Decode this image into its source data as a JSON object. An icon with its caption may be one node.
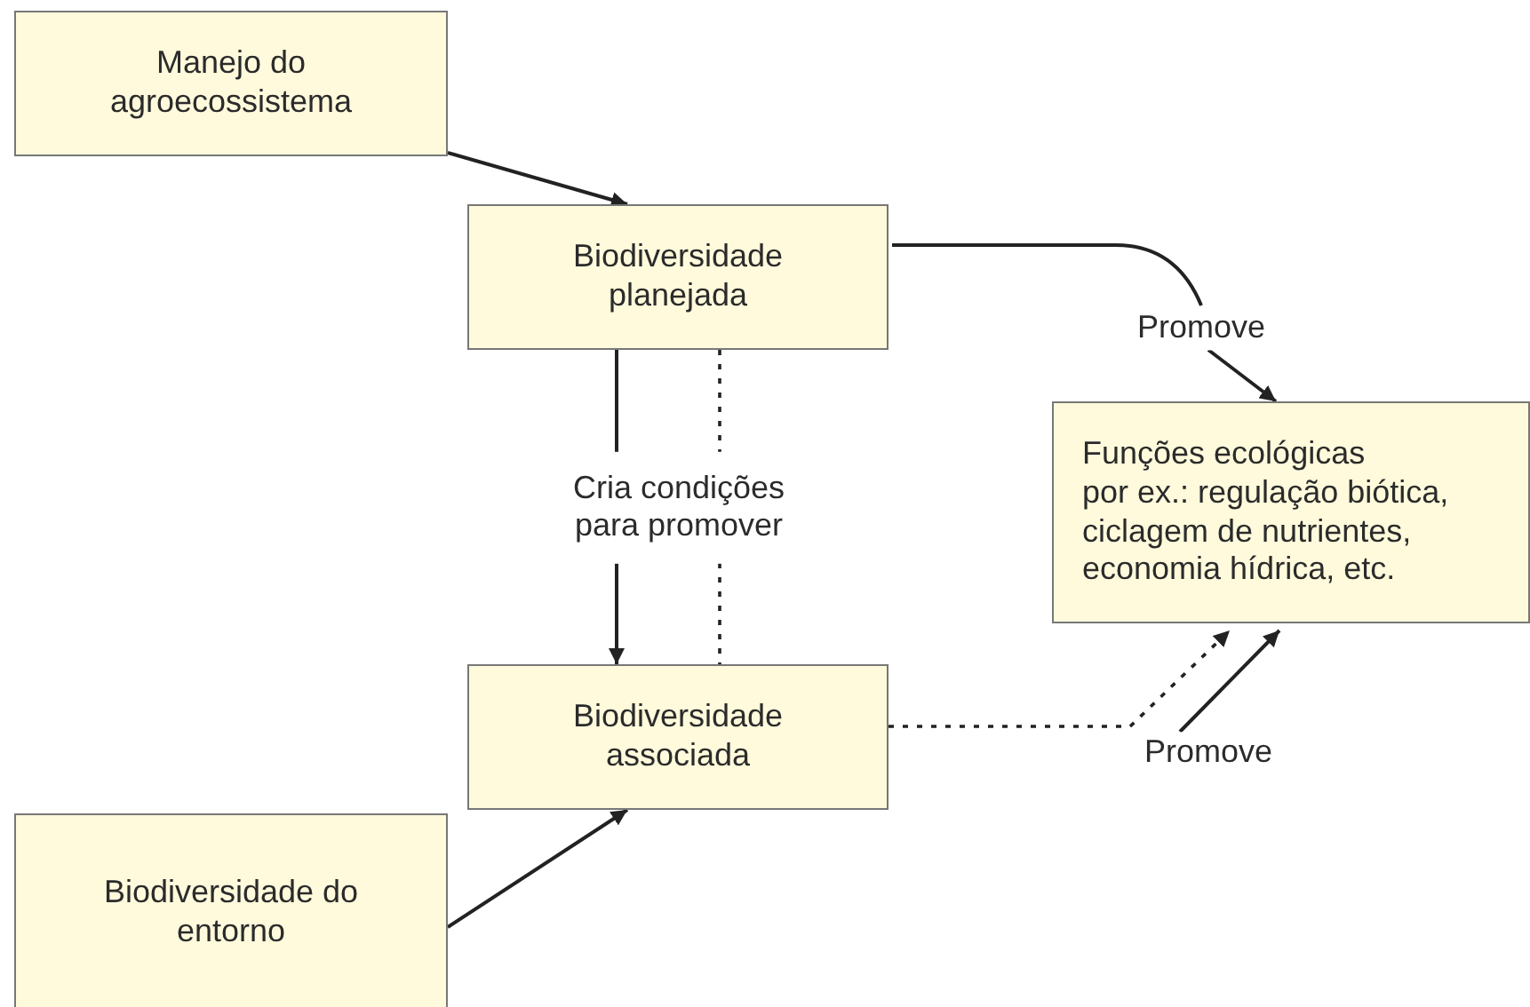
{
  "diagram": {
    "nodes": [
      {
        "text": [
          "Manejo do agroecossistema"
        ]
      },
      {
        "text": [
          "Biodiversidade planejada"
        ]
      },
      {
        "text": [
          "Funções ecológicas",
          "por ex.: regulação biótica, ciclagem de nutrientes, economia hídrica, etc."
        ]
      },
      {
        "text": [
          "Biodiversidade associada"
        ]
      },
      {
        "text": [
          "Biodiversidade do entorno"
        ]
      }
    ],
    "edges": [
      {
        "from": 0,
        "to": 1,
        "arrow": "to"
      },
      {
        "from": 1,
        "to": 3,
        "arrow": "to",
        "label": "Cria condições para promover"
      },
      {
        "from": 1,
        "to": 3,
        "arrow": "none",
        "style": "dashed"
      },
      {
        "from": 1,
        "to": 2,
        "arrow": "to",
        "label": "Promove"
      },
      {
        "from": 3,
        "to": 2,
        "arrow": "to",
        "style": "dashed"
      },
      {
        "from": null,
        "to": 2,
        "arrow": "to",
        "label": "Promove"
      },
      {
        "from": 4,
        "to": 3,
        "arrow": "to"
      }
    ]
  }
}
